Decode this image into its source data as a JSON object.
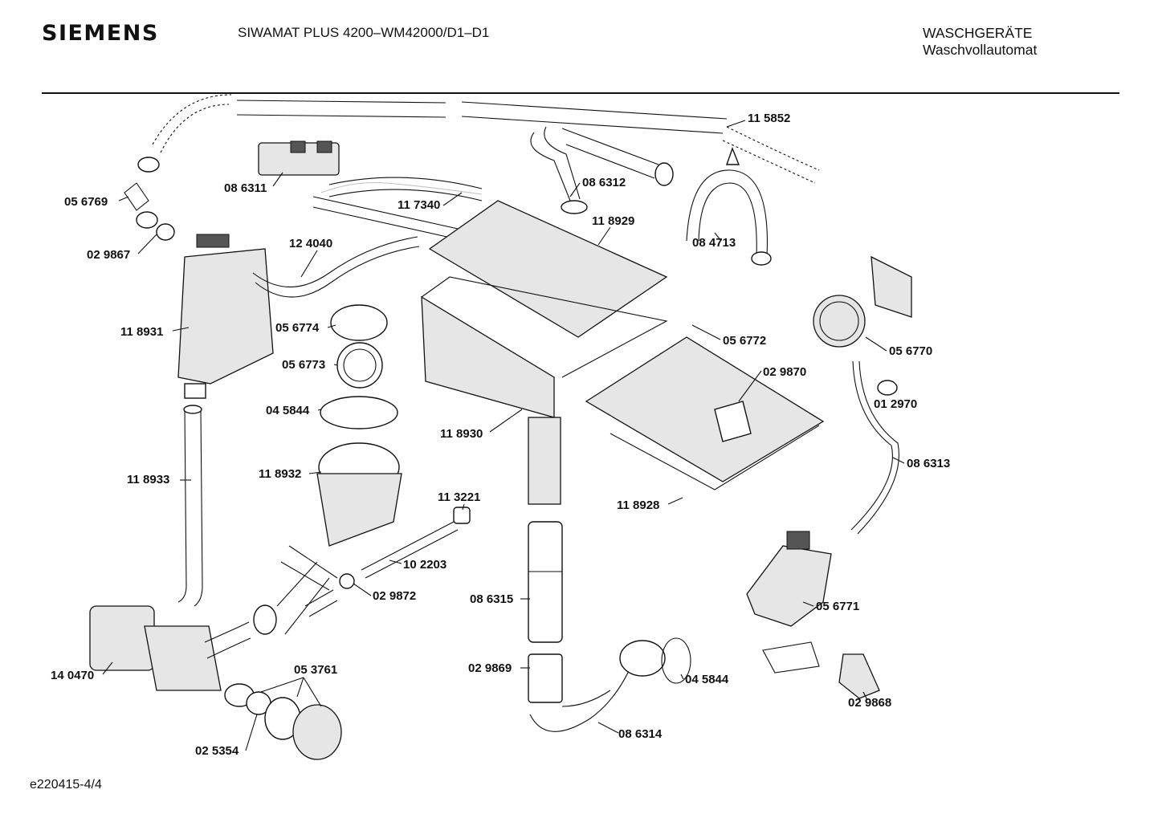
{
  "header": {
    "brand": "SIEMENS",
    "model": "SIWAMAT PLUS 4200–WM42000/D1–D1",
    "category": "WASCHGERÄTE",
    "subcategory": "Waschvollautomat"
  },
  "footer": {
    "code": "e220415-4/4"
  },
  "parts": [
    {
      "id": "p-115852",
      "label": "11 5852"
    },
    {
      "id": "p-086311",
      "label": "08 6311"
    },
    {
      "id": "p-086312",
      "label": "08 6312"
    },
    {
      "id": "p-056769",
      "label": "05 6769"
    },
    {
      "id": "p-117340",
      "label": "11 7340"
    },
    {
      "id": "p-118929",
      "label": "11 8929"
    },
    {
      "id": "p-084713",
      "label": "08 4713"
    },
    {
      "id": "p-029867",
      "label": "02 9867"
    },
    {
      "id": "p-124040",
      "label": "12 4040"
    },
    {
      "id": "p-118931",
      "label": "11 8931"
    },
    {
      "id": "p-056774",
      "label": "05 6774"
    },
    {
      "id": "p-056772",
      "label": "05 6772"
    },
    {
      "id": "p-056770",
      "label": "05 6770"
    },
    {
      "id": "p-056773",
      "label": "05 6773"
    },
    {
      "id": "p-029870",
      "label": "02 9870"
    },
    {
      "id": "p-045844a",
      "label": "04 5844"
    },
    {
      "id": "p-012970",
      "label": "01 2970"
    },
    {
      "id": "p-118930",
      "label": "11 8930"
    },
    {
      "id": "p-086313",
      "label": "08 6313"
    },
    {
      "id": "p-118933",
      "label": "11 8933"
    },
    {
      "id": "p-118932",
      "label": "11 8932"
    },
    {
      "id": "p-113221",
      "label": "11 3221"
    },
    {
      "id": "p-118928",
      "label": "11 8928"
    },
    {
      "id": "p-102203",
      "label": "10 2203"
    },
    {
      "id": "p-029872",
      "label": "02 9872"
    },
    {
      "id": "p-086315",
      "label": "08 6315"
    },
    {
      "id": "p-056771",
      "label": "05 6771"
    },
    {
      "id": "p-053761",
      "label": "05 3761"
    },
    {
      "id": "p-140470",
      "label": "14 0470"
    },
    {
      "id": "p-029869",
      "label": "02 9869"
    },
    {
      "id": "p-045844b",
      "label": "04 5844"
    },
    {
      "id": "p-029868",
      "label": "02 9868"
    },
    {
      "id": "p-025354",
      "label": "02 5354"
    },
    {
      "id": "p-086314",
      "label": "08 6314"
    }
  ]
}
